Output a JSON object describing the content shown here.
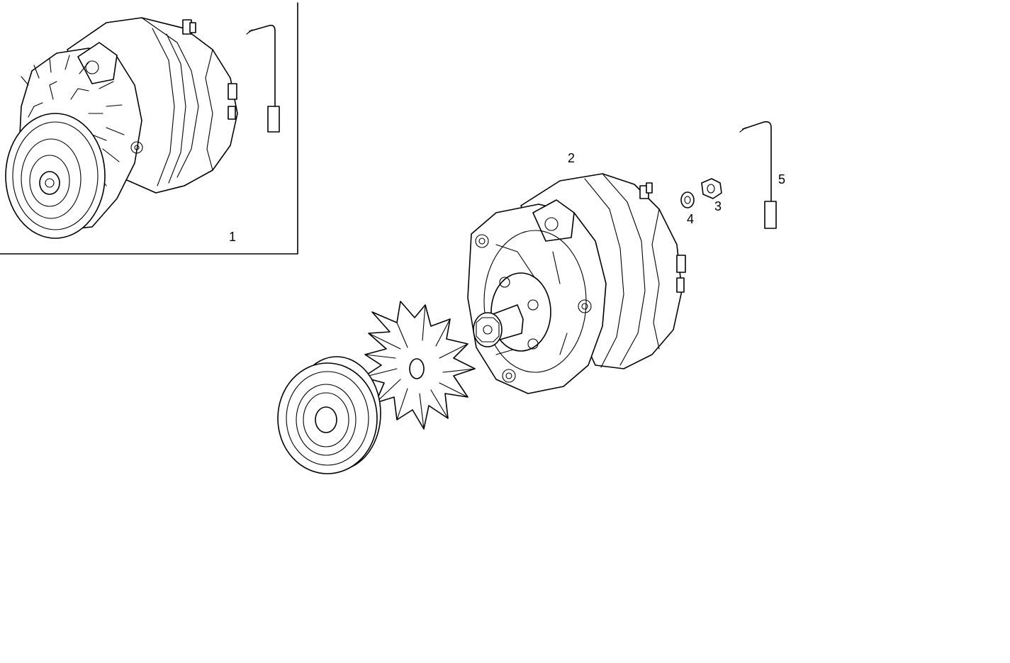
{
  "callouts": {
    "item1": "1",
    "item2": "2",
    "item3": "3",
    "item4": "4",
    "item5": "5"
  },
  "colors": {
    "line": "#000000",
    "background": "#ffffff"
  }
}
